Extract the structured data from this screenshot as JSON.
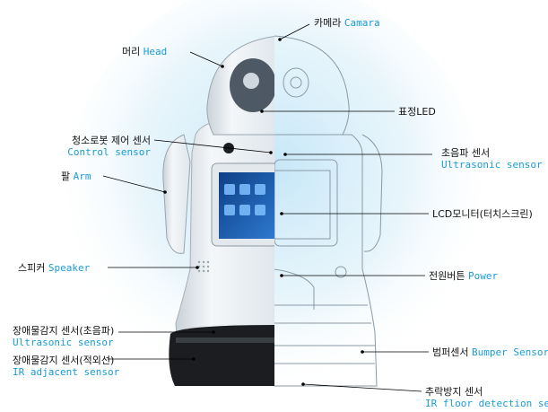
{
  "colors": {
    "korean_text": "#111111",
    "english_text": "#1a9bd7",
    "leader_line": "#000000",
    "glow": "#9fd3f0",
    "robot_white": "#e9eef2",
    "robot_dark": "#1b1d20",
    "screen_blue": "#1f5fb0",
    "wireframe": "#8a9aa6"
  },
  "parts": [
    {
      "id": "camera",
      "ko": "카메라",
      "en": "Camara"
    },
    {
      "id": "head",
      "ko": "머리",
      "en": "Head"
    },
    {
      "id": "led",
      "ko": "표정LED",
      "en": ""
    },
    {
      "id": "control",
      "ko": "청소로봇 제어 센서",
      "en": "Control sensor"
    },
    {
      "id": "ultrasonic-top",
      "ko": "초음파 센서",
      "en": "Ultrasonic sensor"
    },
    {
      "id": "arm",
      "ko": "팔",
      "en": "Arm"
    },
    {
      "id": "lcd",
      "ko": "LCD모니터(터치스크린)",
      "en": ""
    },
    {
      "id": "speaker",
      "ko": "스피커",
      "en": "Speaker"
    },
    {
      "id": "power",
      "ko": "전원버튼",
      "en": "Power"
    },
    {
      "id": "ultrasonic-bottom",
      "ko": "장애물감지 센서(초음파)",
      "en": "Ultrasonic sensor"
    },
    {
      "id": "bumper",
      "ko": "범퍼센서",
      "en": "Bumper Sensor"
    },
    {
      "id": "ir-adjacent",
      "ko": "장애물감지 센서(적외선)",
      "en": "IR adjacent sensor"
    },
    {
      "id": "ir-floor",
      "ko": "추락방지 센서",
      "en": "IR floor detection sensor"
    }
  ]
}
